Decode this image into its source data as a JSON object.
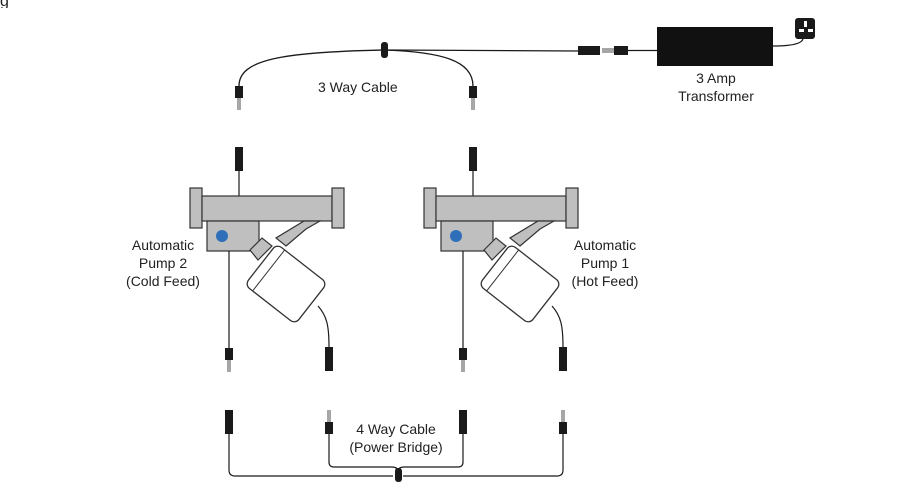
{
  "corner_glyph": "g",
  "labels": {
    "three_way_cable": "3 Way Cable",
    "transformer_line1": "3 Amp",
    "transformer_line2": "Transformer",
    "pump2_line1": "Automatic",
    "pump2_line2": "Pump 2",
    "pump2_line3": "(Cold Feed)",
    "pump1_line1": "Automatic",
    "pump1_line2": "Pump 1",
    "pump1_line3": "(Hot Feed)",
    "four_way_line1": "4 Way Cable",
    "four_way_line2": "(Power Bridge)"
  },
  "colors": {
    "line": "#1a1a1a",
    "connector": "#1a1a1a",
    "connector_grey": "#a6a6a6",
    "pump_body": "#bfbfbf",
    "pump_stroke": "#333333",
    "motor": "#ffffff",
    "indicator": "#2f6fba",
    "transformer": "#111111"
  }
}
